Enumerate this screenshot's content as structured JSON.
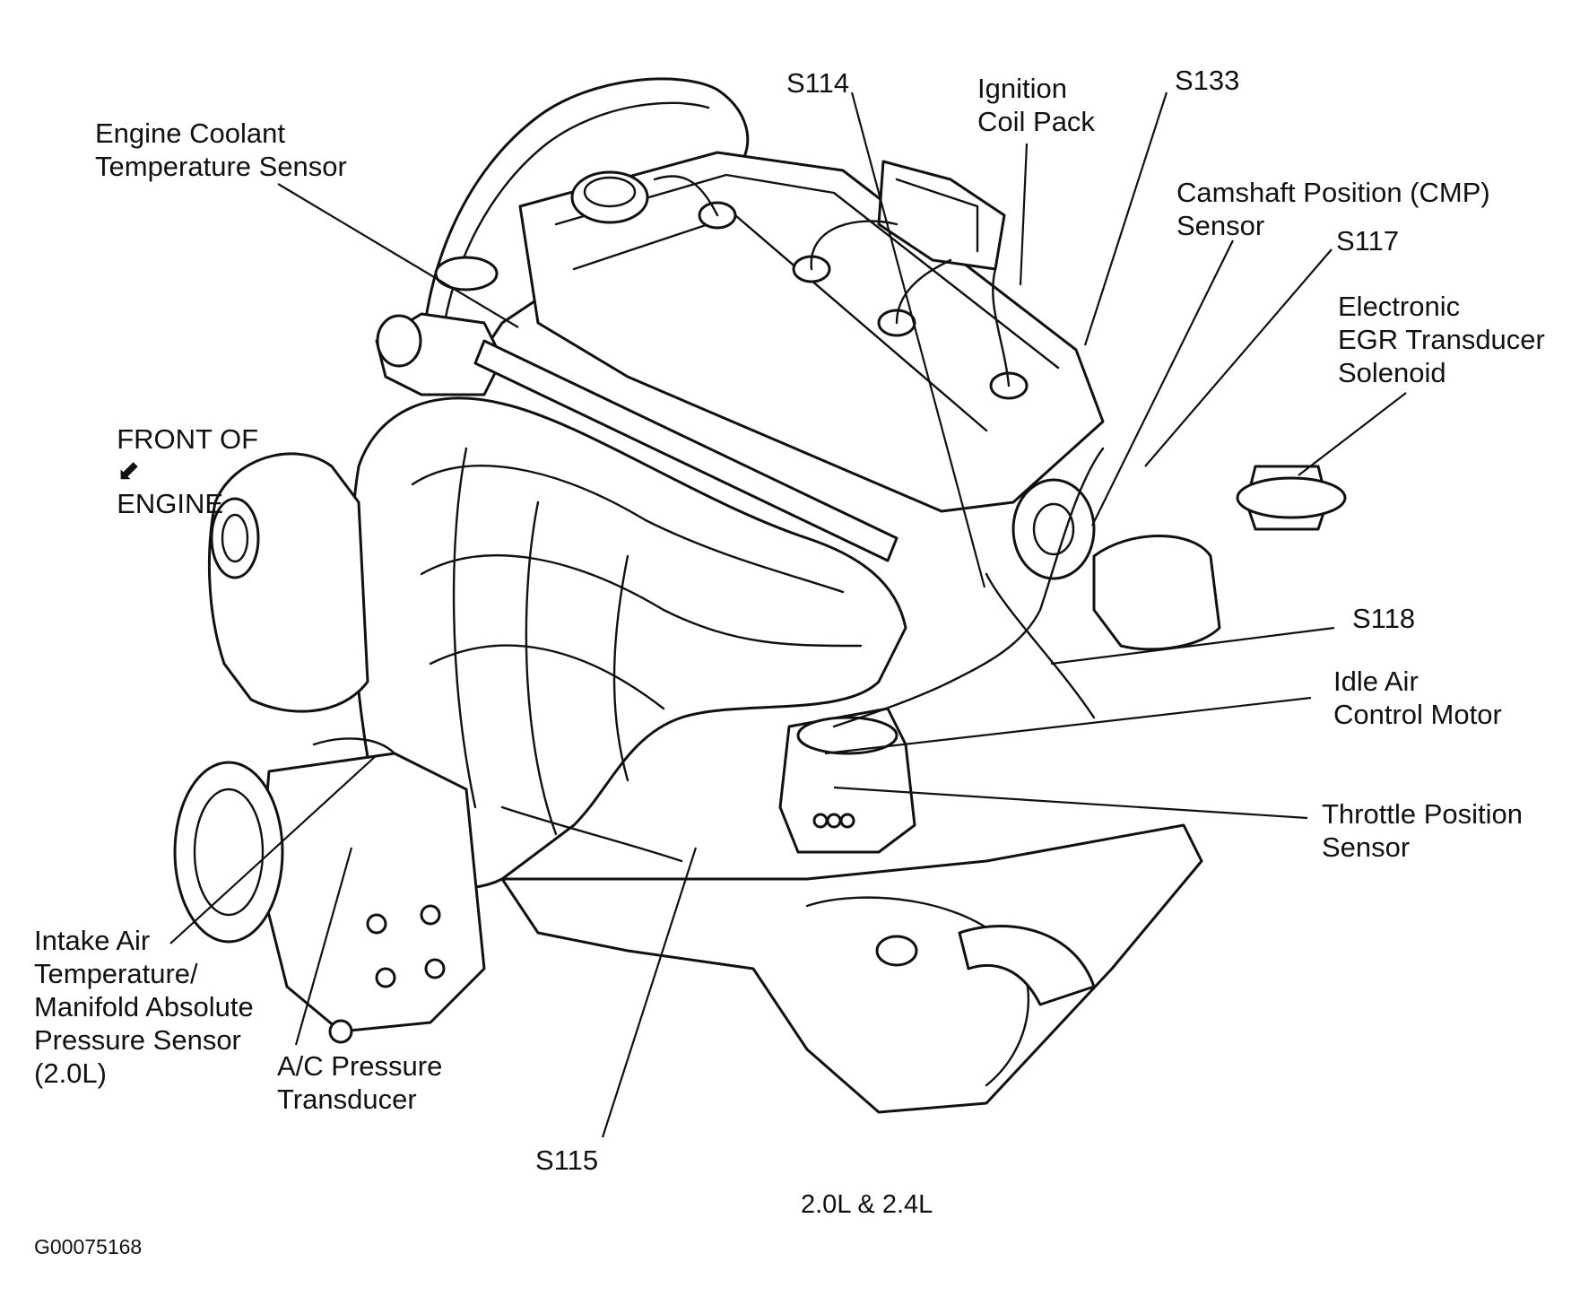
{
  "labels": {
    "engine_coolant_temperature_sensor": "Engine Coolant\nTemperature Sensor",
    "front_of_engine": "FRONT OF",
    "front_of_engine_line2": "ENGINE",
    "front_arrow_glyph": "⬋",
    "s114": "S114",
    "ignition_coil_pack": "Ignition\nCoil Pack",
    "s133": "S133",
    "camshaft_position_sensor": "Camshaft Position (CMP)\nSensor",
    "s117": "S117",
    "electronic_egr_transducer_solenoid": "Electronic\nEGR Transducer\nSolenoid",
    "s118": "S118",
    "idle_air_control_motor": "Idle Air\nControl Motor",
    "throttle_position_sensor": "Throttle Position\nSensor",
    "intake_air_temperature_map_sensor": "Intake Air\nTemperature/\nManifold Absolute\nPressure Sensor\n(2.0L)",
    "ac_pressure_transducer": "A/C Pressure\nTransducer",
    "s115": "S115"
  },
  "caption": "2.0L & 2.4L",
  "figure_id": "G00075168",
  "colors": {
    "ink": "#111111",
    "background": "#ffffff"
  },
  "icons": {
    "front_arrow": "arrow-down-left-icon"
  }
}
